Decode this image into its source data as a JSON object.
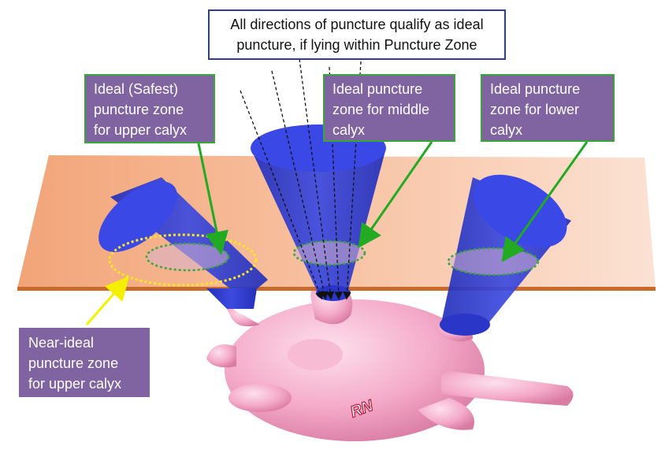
{
  "colors": {
    "plane": "#f6b08a",
    "plane_edge": "#c96a2a",
    "cone": "#2f3bd0",
    "cone_top": "#3a48e6",
    "kidney": "#f4a9c8",
    "callout_fill": "#8064a2",
    "callout_border": "#3aa53a",
    "ellipse_green": "#3aa53a",
    "ellipse_yellow": "#ffe820",
    "arrow_green": "#22aa22",
    "arrow_yellow": "#f5f000"
  },
  "header": {
    "line1": "All directions of puncture qualify as ideal",
    "line2": "puncture, if lying within Puncture Zone"
  },
  "callouts": {
    "upper": [
      "Ideal (Safest)",
      "puncture zone",
      "for upper calyx"
    ],
    "middle": [
      "Ideal puncture",
      "zone for middle",
      "calyx"
    ],
    "lower": [
      "Ideal puncture",
      "zone for lower",
      "calyx"
    ],
    "near": [
      "Near-ideal",
      "puncture zone",
      "for upper calyx"
    ]
  },
  "kidney_label": "RN"
}
